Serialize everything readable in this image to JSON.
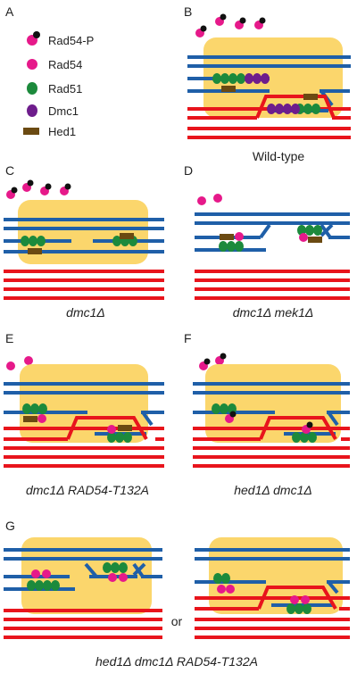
{
  "legend": [
    {
      "id": "rad54p",
      "label": "Rad54-P"
    },
    {
      "id": "rad54",
      "label": "Rad54"
    },
    {
      "id": "rad51",
      "label": "Rad51"
    },
    {
      "id": "dmc1",
      "label": "Dmc1"
    },
    {
      "id": "hed1",
      "label": "Hed1"
    }
  ],
  "panels": {
    "A": {
      "letter": "A"
    },
    "B": {
      "letter": "B",
      "caption": "Wild-type"
    },
    "C": {
      "letter": "C",
      "caption": "dmc1Δ"
    },
    "D": {
      "letter": "D",
      "caption": "dmc1Δ mek1Δ"
    },
    "E": {
      "letter": "E",
      "caption": "dmc1Δ RAD54-T132A"
    },
    "F": {
      "letter": "F",
      "caption": "hed1Δ dmc1Δ"
    },
    "G": {
      "letter": "G",
      "caption": "hed1Δ dmc1Δ RAD54-T132A",
      "or_text": "or"
    }
  },
  "colors": {
    "blue": "#1f5fa8",
    "red": "#e8141c",
    "yellow": "#fbd66c",
    "green": "#1c8a3c",
    "pink": "#e6198a",
    "purple": "#6e1d8c",
    "brown": "#6b4a12",
    "black": "#111111"
  }
}
